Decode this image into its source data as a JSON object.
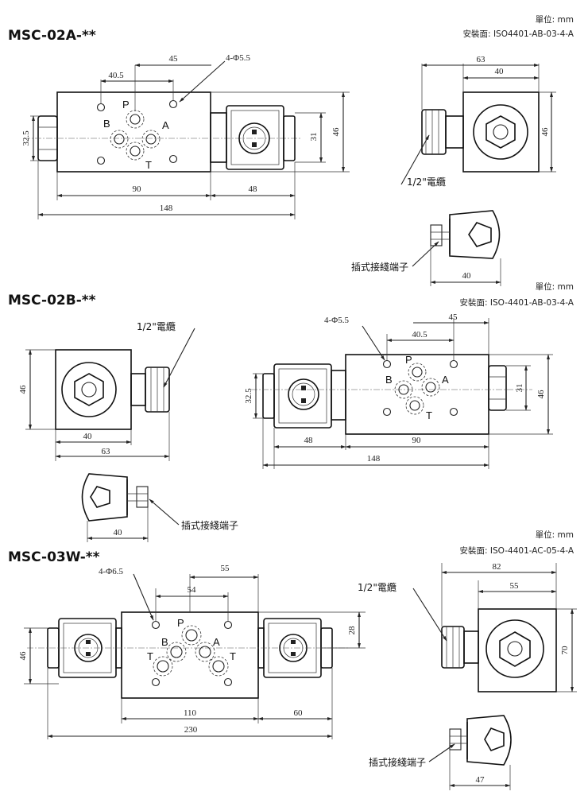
{
  "sections": [
    {
      "title": "MSC-02A-**",
      "unit_label": "單位: mm",
      "mount_label": "安裝面: ISO4401-AB-03-4-A",
      "ports": {
        "p": "P",
        "a": "A",
        "b": "B",
        "t": "T"
      },
      "dims": {
        "holes": "4-Φ5.5",
        "d45": "45",
        "d40_5": "40.5",
        "d32_5": "32.5",
        "d31": "31",
        "d46": "46",
        "d90": "90",
        "d48": "48",
        "d148": "148",
        "s63": "63",
        "s40": "40",
        "s46": "46",
        "c40": "40"
      },
      "cable_label": "1/2\"電纜",
      "terminal_label": "插式接綫端子"
    },
    {
      "title": "MSC-02B-**",
      "unit_label": "單位: mm",
      "mount_label": "安裝面: ISO-4401-AB-03-4-A",
      "ports": {
        "p": "P",
        "a": "A",
        "b": "B",
        "t": "T"
      },
      "dims": {
        "holes": "4-Φ5.5",
        "d45": "45",
        "d40_5": "40.5",
        "d32_5": "32.5",
        "d31": "31",
        "d46": "46",
        "d48": "48",
        "d90": "90",
        "d148": "148",
        "s46": "46",
        "s40": "40",
        "s63": "63",
        "c40": "40"
      },
      "cable_label": "1/2\"電纜",
      "terminal_label": "插式接綫端子"
    },
    {
      "title": "MSC-03W-**",
      "unit_label": "單位: mm",
      "mount_label": "安裝面: ISO-4401-AC-05-4-A",
      "ports": {
        "p": "P",
        "a": "A",
        "b": "B",
        "t1": "T",
        "t2": "T"
      },
      "dims": {
        "holes": "4-Φ6.5",
        "d55": "55",
        "d54": "54",
        "d28": "28",
        "d46": "46",
        "d110": "110",
        "d60": "60",
        "d230": "230",
        "s82": "82",
        "s55": "55",
        "s70": "70",
        "c47": "47"
      },
      "cable_label": "1/2\"電纜",
      "terminal_label": "插式接綫端子"
    }
  ]
}
